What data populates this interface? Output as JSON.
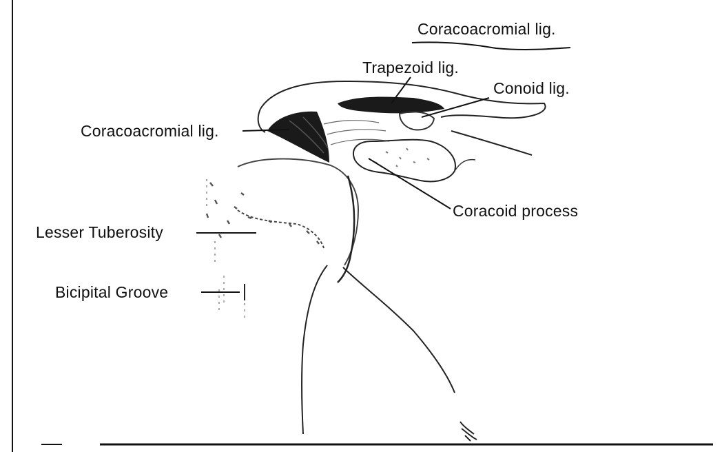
{
  "labels": {
    "coracoacromial_top": "Coracoacromial lig.",
    "trapezoid": "Trapezoid lig.",
    "conoid": "Conoid lig.",
    "coracoacromial_left": "Coracoacromial lig.",
    "coracoid_process": "Coracoid process",
    "lesser_tuberosity": "Lesser Tuberosity",
    "bicipital_groove": "Bicipital Groove"
  },
  "colors": {
    "ink": "#111111",
    "ligament_fill": "#1a1a1a",
    "bone_stipple": "#9a9a9a",
    "background": "#ffffff"
  }
}
